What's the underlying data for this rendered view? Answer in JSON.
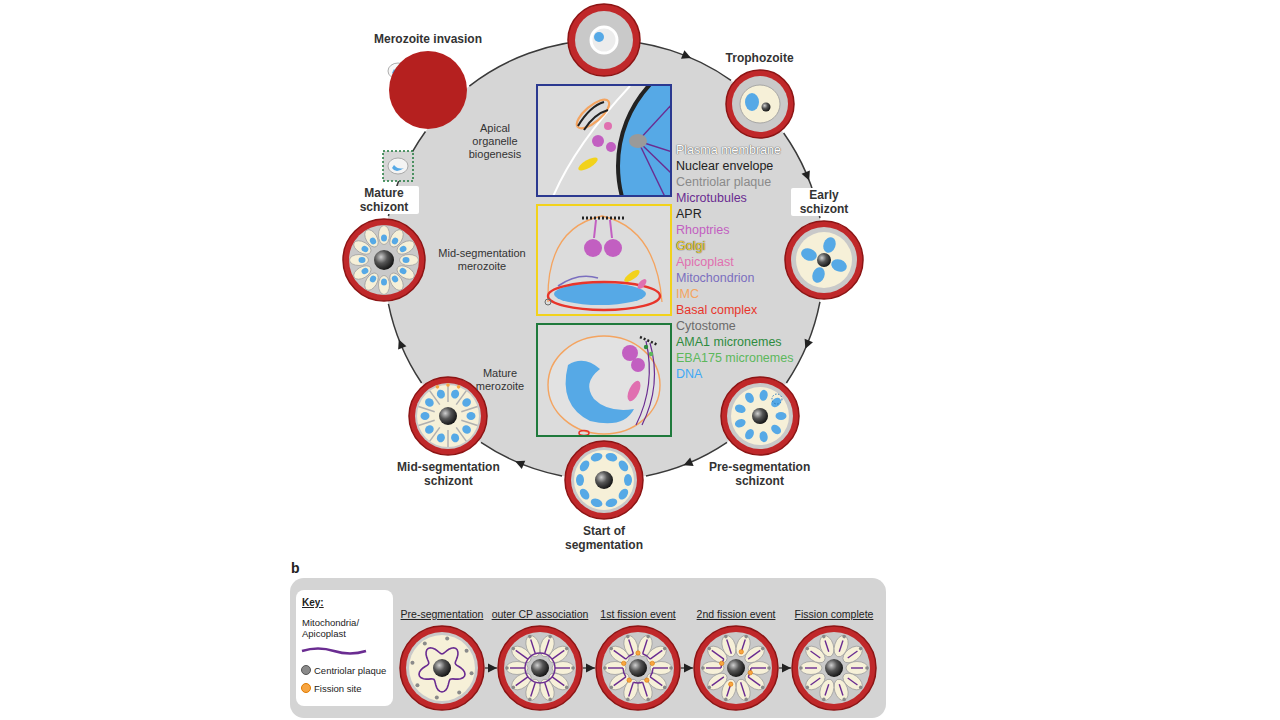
{
  "diagram": {
    "nodes": [
      {
        "text": [
          "Merozoite invasion"
        ]
      },
      {
        "text": [
          "Trophozoite"
        ]
      },
      {
        "text": [
          "Early schizont"
        ]
      },
      {
        "text": [
          "Pre-segmentation schizont"
        ]
      },
      {
        "text": [
          "Start of segmentation"
        ]
      },
      {
        "text": [
          "Mid-segmentation schizont"
        ]
      },
      {
        "text": [
          "Mature schizont"
        ]
      },
      {
        "text": [
          "Apical organelle biogenesis"
        ]
      },
      {
        "text": [
          "Mid-segmentation merozoite"
        ]
      },
      {
        "text": [
          "Mature merozoite"
        ]
      },
      {
        "text": [
          "Pre-segmentation"
        ]
      },
      {
        "text": [
          "outer CP association"
        ]
      },
      {
        "text": [
          "1st fission event"
        ]
      },
      {
        "text": [
          "2nd fission event"
        ]
      },
      {
        "text": [
          "Fission complete"
        ]
      }
    ],
    "edges": [
      {
        "from": 1,
        "to": 2,
        "arrow": "to"
      },
      {
        "from": 2,
        "to": 3,
        "arrow": "to"
      },
      {
        "from": 3,
        "to": 4,
        "arrow": "to"
      },
      {
        "from": 4,
        "to": 5,
        "arrow": "to"
      },
      {
        "from": 5,
        "to": 6,
        "arrow": "to"
      },
      {
        "from": 6,
        "to": 0,
        "arrow": "to"
      },
      {
        "from": 0,
        "to": 1,
        "arrow": "to"
      },
      {
        "from": 10,
        "to": 11,
        "arrow": "to"
      },
      {
        "from": 11,
        "to": 12,
        "arrow": "to"
      },
      {
        "from": 12,
        "to": 13,
        "arrow": "to"
      },
      {
        "from": 13,
        "to": 14,
        "arrow": "to"
      }
    ],
    "labels": [
      "b",
      "Key:"
    ],
    "legend": [
      {
        "text": "Plasma membrane",
        "color": "#ffffff"
      },
      {
        "text": "Nuclear envelope",
        "color": "#222222"
      },
      {
        "text": "Centriolar plaque",
        "color": "#8a8a8a"
      },
      {
        "text": "Microtubules",
        "color": "#6a2c91"
      },
      {
        "text": "APR",
        "color": "#222222"
      },
      {
        "text": "Rhoptries",
        "color": "#c25fc1"
      },
      {
        "text": "Golgi",
        "color": "#f0cf2e"
      },
      {
        "text": "Apicoplast",
        "color": "#e070b0"
      },
      {
        "text": "Mitochondrion",
        "color": "#7b6fbf"
      },
      {
        "text": "IMC",
        "color": "#f4a460"
      },
      {
        "text": "Basal complex",
        "color": "#e8352b"
      },
      {
        "text": "Cytostome",
        "color": "#6b6b6b"
      },
      {
        "text": "AMA1 micronemes",
        "color": "#2e8b3e"
      },
      {
        "text": "EBA175 micronemes",
        "color": "#5cb85c"
      },
      {
        "text": "DNA",
        "color": "#3fa9f5"
      },
      {
        "text": "Mitochondria/ Apicoplast"
      },
      {
        "text": "Centriolar plaque"
      },
      {
        "text": "Fission site"
      }
    ]
  }
}
